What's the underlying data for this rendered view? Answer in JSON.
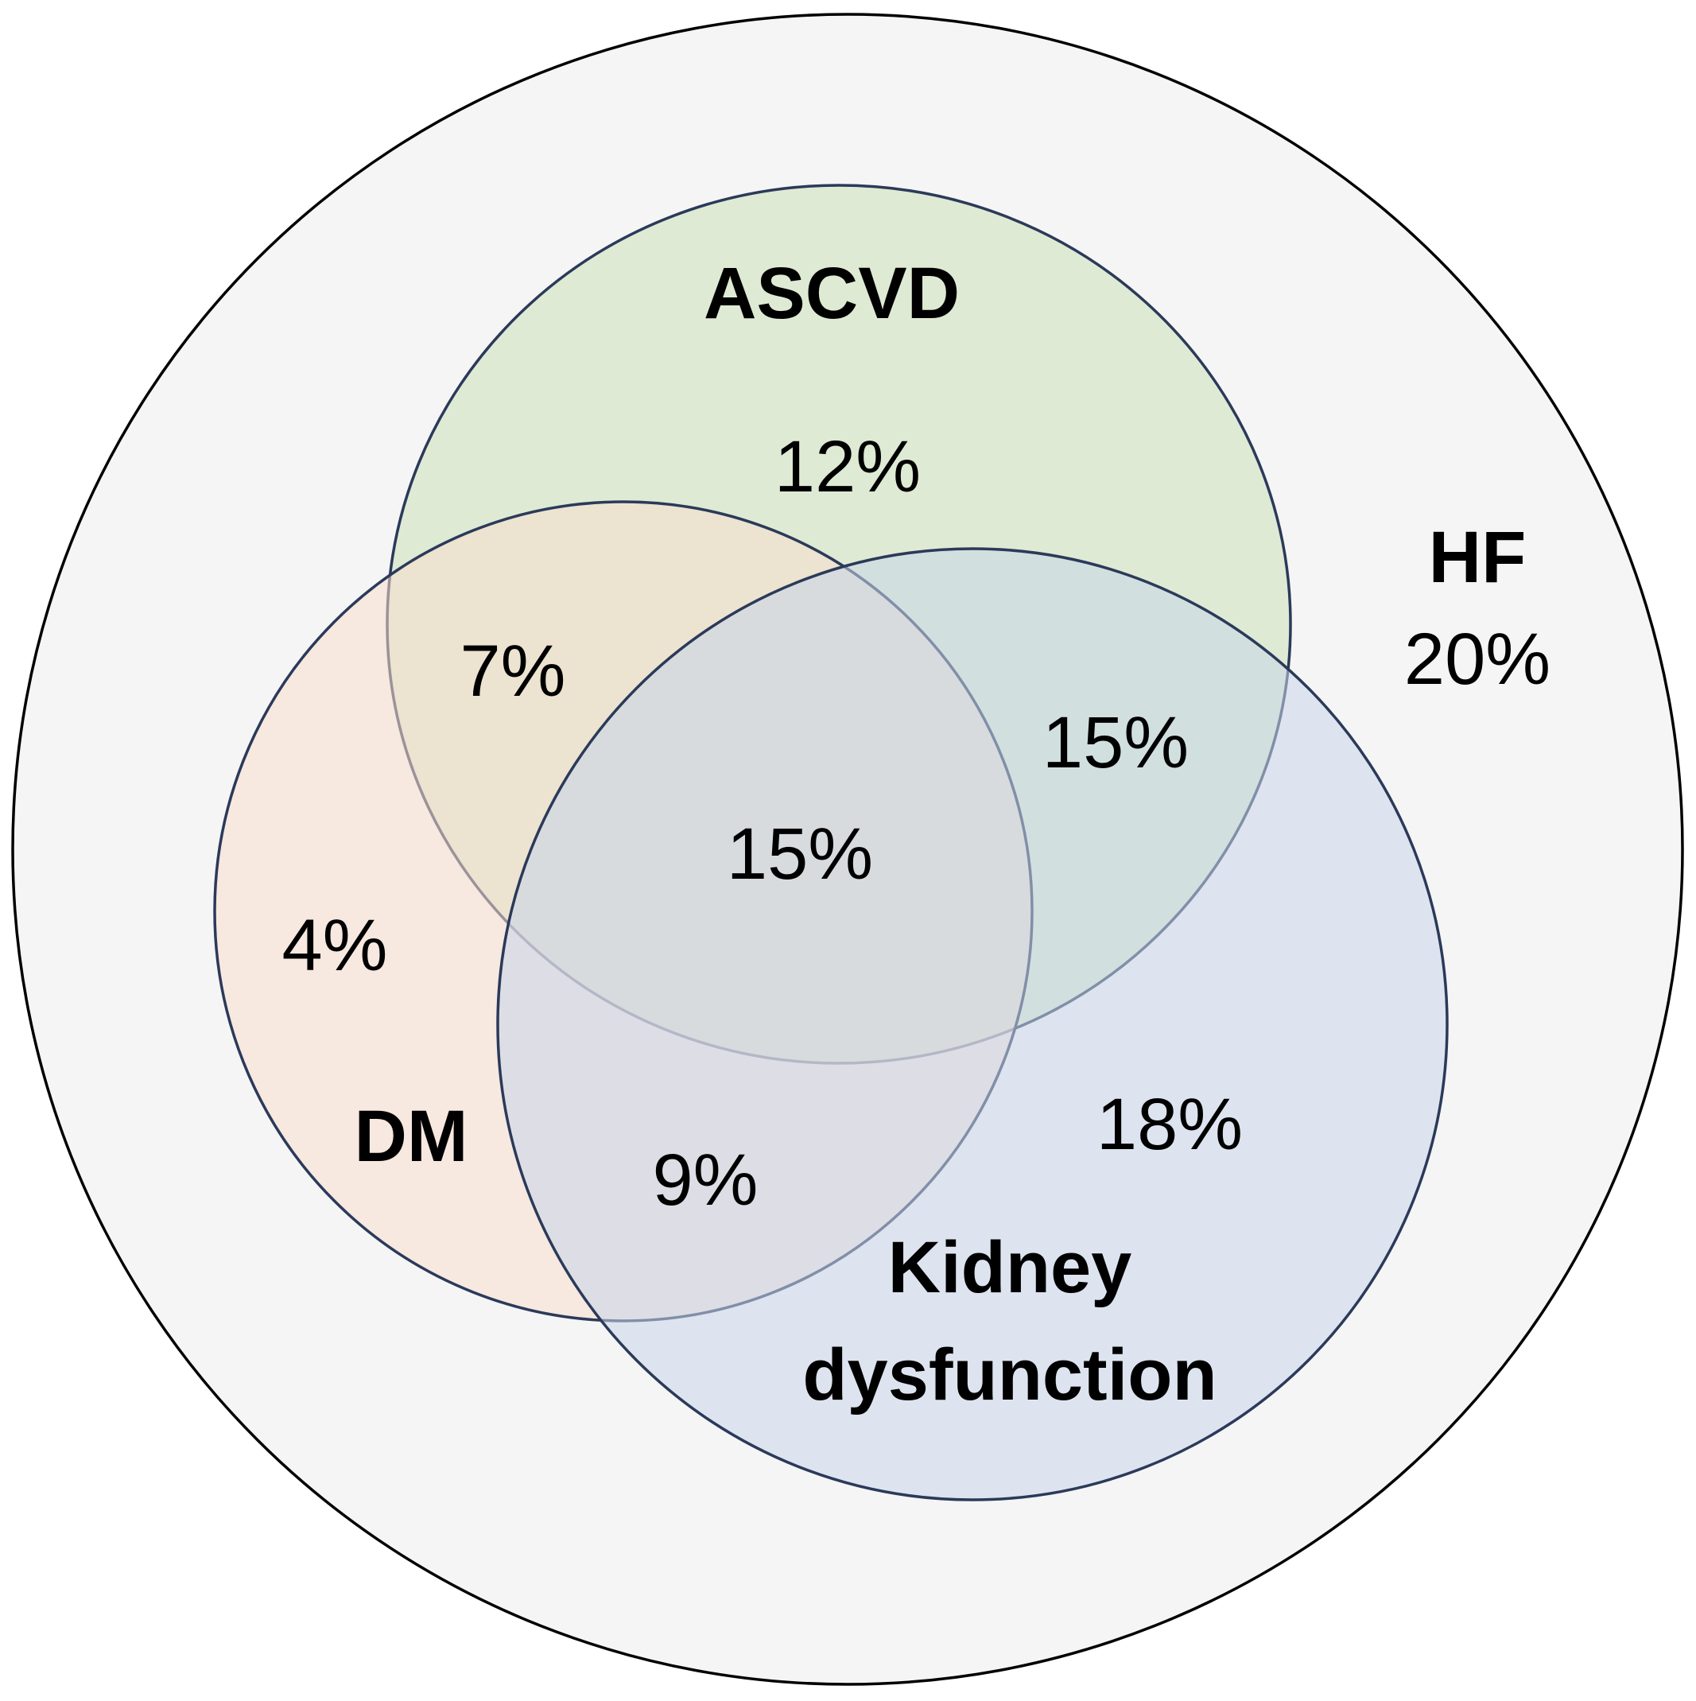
{
  "diagram": {
    "type": "venn",
    "outer_set": {
      "label": "HF",
      "value": "20%",
      "fill": "#f5f5f5",
      "stroke": "#000000"
    },
    "sets": {
      "ascvd": {
        "label": "ASCVD",
        "fill": "#d7e7c9",
        "stroke": "#2b3a5a"
      },
      "dm": {
        "label": "DM",
        "fill": "#f7dccd",
        "stroke": "#2b3a5a"
      },
      "kidney": {
        "label_line1": "Kidney",
        "label_line2": "dysfunction",
        "fill": "#c9d5ea",
        "stroke": "#2b3a5a"
      }
    },
    "regions": {
      "ascvd_only": "12%",
      "ascvd_dm": "7%",
      "ascvd_kidney": "15%",
      "all_three": "15%",
      "dm_only": "4%",
      "dm_kidney": "9%",
      "kidney_only": "18%"
    }
  }
}
